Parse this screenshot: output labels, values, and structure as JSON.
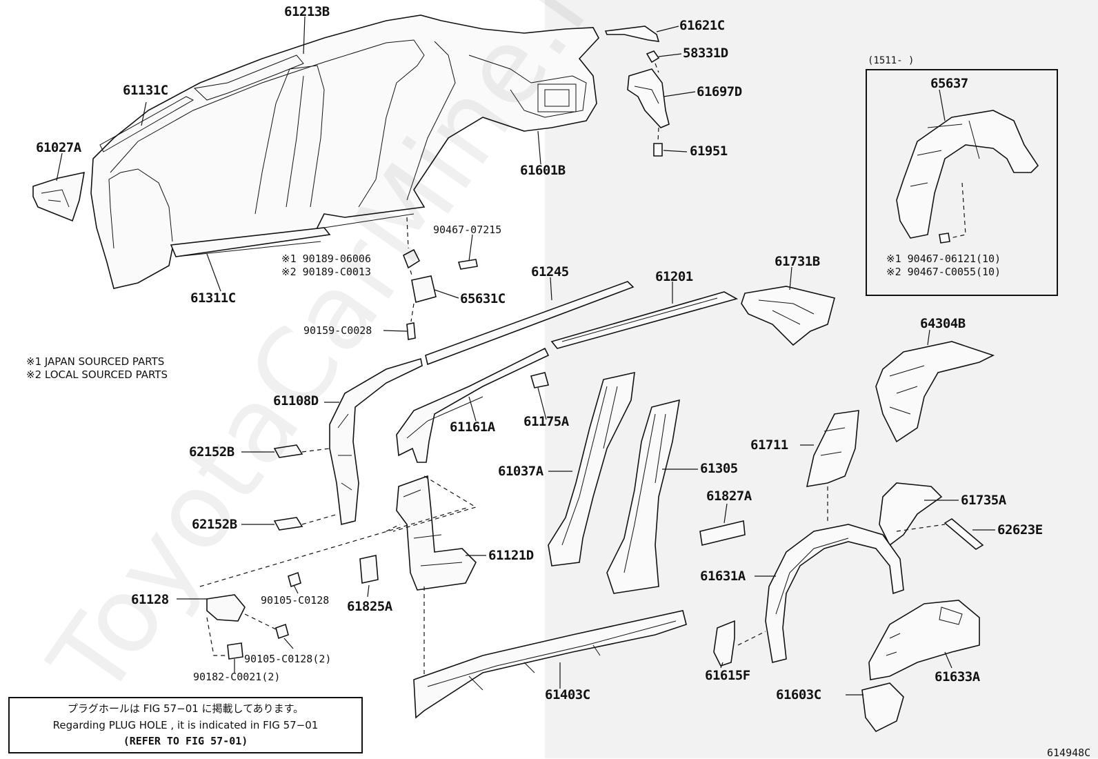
{
  "part_labels": {
    "p61213B": "61213B",
    "p61621C": "61621C",
    "p58331D": "58331D",
    "p61131C": "61131C",
    "p61697D": "61697D",
    "p61027A": "61027A",
    "p61951": "61951",
    "p61601B": "61601B",
    "p61311C": "61311C",
    "p90467_07215": "90467-07215",
    "p90189_06006": "※1 90189-06006",
    "p90189_C0013": "※2 90189-C0013",
    "p65631C": "65631C",
    "p90159_C0028": "90159-C0028",
    "p61245": "61245",
    "p61201": "61201",
    "p61731B": "61731B",
    "p64304B": "64304B",
    "p61108D": "61108D",
    "p61161A": "61161A",
    "p61175A": "61175A",
    "p62152B_a": "62152B",
    "p62152B_b": "62152B",
    "p61037A": "61037A",
    "p61305": "61305",
    "p61711": "61711",
    "p61827A": "61827A",
    "p61735A": "61735A",
    "p62623E": "62623E",
    "p61121D": "61121D",
    "p61631A": "61631A",
    "p61128": "61128",
    "p90105_C0128": "90105-C0128",
    "p61825A": "61825A",
    "p90105_C0128_2": "90105-C0128(2)",
    "p90182_C0021_2": "90182-C0021(2)",
    "p61615F": "61615F",
    "p61403C": "61403C",
    "p61603C": "61603C",
    "p61633A": "61633A"
  },
  "inset": {
    "date_range": "(1511-   )",
    "part_main": "65637",
    "fastener_1": "※1 90467-06121(10)",
    "fastener_2": "※2 90467-C0055(10)"
  },
  "notes": {
    "note1": "※1  JAPAN SOURCED PARTS",
    "note2": "※2  LOCAL SOURCED PARTS"
  },
  "reference": {
    "jp": "プラグホールは FIG 57−01 に掲載してあります。",
    "en": "Regarding  PLUG  HOLE , it is indicated in  FIG  57−01",
    "refer": "(REFER TO FIG 57-01)"
  },
  "watermark": "ToyotaCarMine.ru",
  "diagram_id": "614948C"
}
